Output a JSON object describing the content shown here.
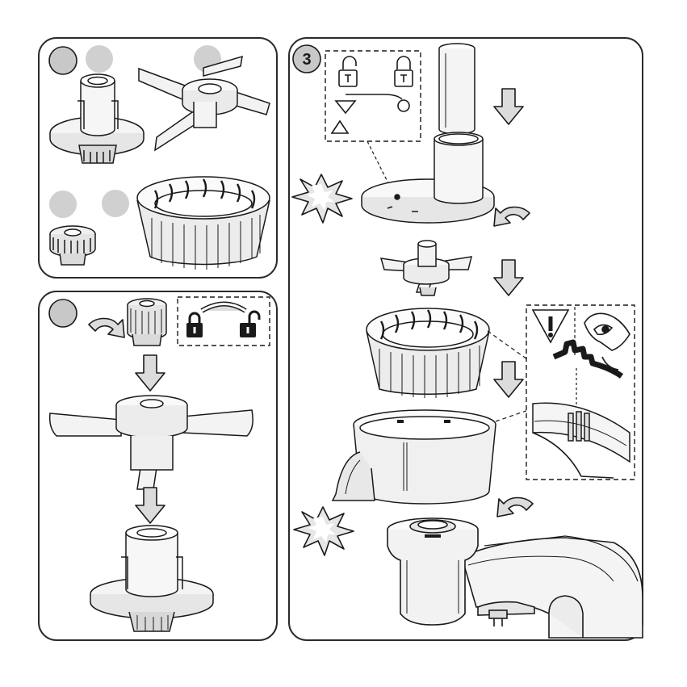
{
  "panels": [
    {
      "id": "panel-1",
      "step_number": ""
    },
    {
      "id": "panel-2",
      "step_number": ""
    },
    {
      "id": "panel-3",
      "step_number": "3"
    }
  ],
  "icons": {
    "lock": "lock-icon",
    "unlock": "unlock-icon",
    "warning": "warning-triangle-icon",
    "eye": "eye-icon",
    "rotate": "rotate-arrow-icon",
    "down": "down-arrow-icon",
    "click": "click-burst-icon"
  },
  "colors": {
    "stroke": "#1a1a1a",
    "marker_gray": "#c8c8c8",
    "arrow_fill": "#d9d9d9",
    "part_light": "#f2f2f2",
    "part_mid": "#e2e2e2"
  }
}
